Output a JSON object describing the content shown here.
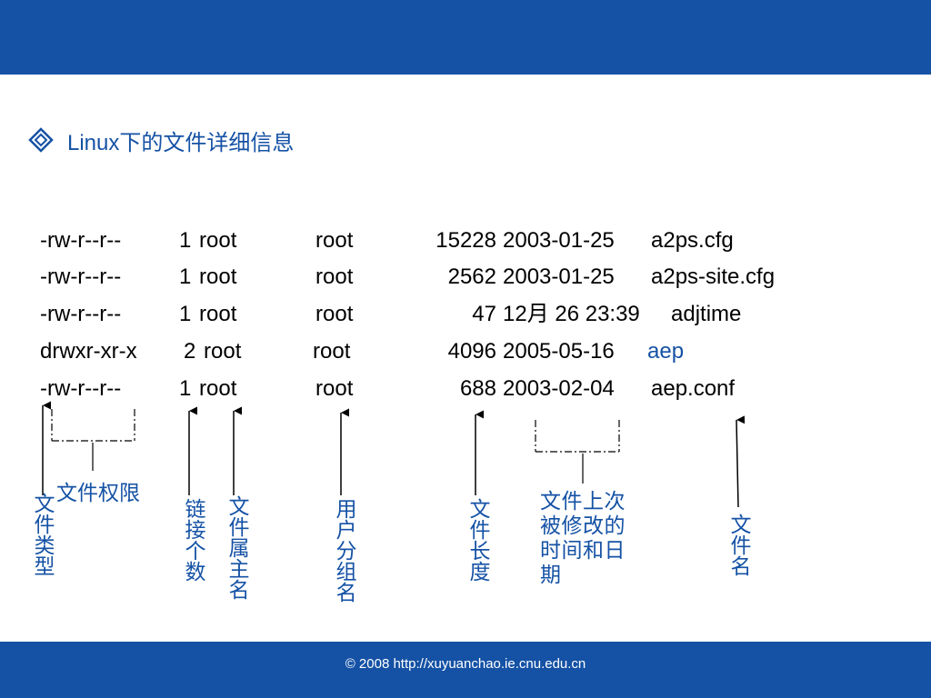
{
  "header": {
    "title": "Linux下的文件详细信息",
    "bullet_icon": "diamond-bullet-icon"
  },
  "listing": {
    "rows": [
      {
        "perm": "-rw-r--r--",
        "links": "1",
        "owner": "root",
        "group": "root",
        "size": "15228",
        "datetime": "2003-01-25",
        "name": "a2ps.cfg"
      },
      {
        "perm": "-rw-r--r--",
        "links": "1",
        "owner": "root",
        "group": "root",
        "size": "2562",
        "datetime": "2003-01-25",
        "name": "a2ps-site.cfg"
      },
      {
        "perm": "-rw-r--r--",
        "links": "1",
        "owner": "root",
        "group": "root",
        "size": "47",
        "datetime": "12月 26 23:39",
        "name": "adjtime"
      },
      {
        "perm": "drwxr-xr-x",
        "links": "2",
        "owner": "root",
        "group": "root",
        "size": "4096",
        "datetime": "2005-05-16",
        "name": "aep"
      },
      {
        "perm": "-rw-r--r--",
        "links": "1",
        "owner": "root",
        "group": "root",
        "size": "688",
        "datetime": "2003-02-04",
        "name": "aep.conf"
      }
    ],
    "highlight_color": "#1552a5"
  },
  "annotations": {
    "file_type": "文件类型",
    "permissions": "文件权限",
    "link_count": "链接个数",
    "owner": "文件属主名",
    "group": "用户分组名",
    "size": "文件长度",
    "mtime": "文件上次被修改的时间和日期",
    "filename": "文件名"
  },
  "footer": {
    "text": "© 2008 http://xuyuanchao.ie.cnu.edu.cn"
  },
  "colors": {
    "brand": "#1552a5"
  }
}
